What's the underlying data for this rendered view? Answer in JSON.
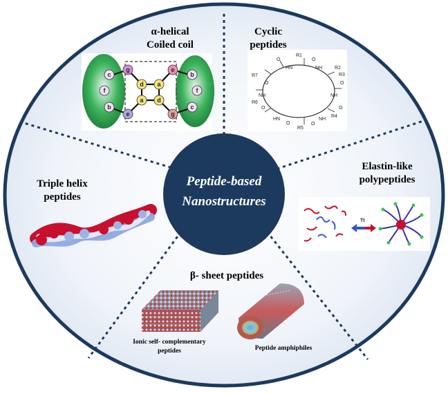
{
  "center": {
    "line1": "Peptide-based",
    "line2": "Nanostructures"
  },
  "segments": [
    {
      "id": "coiled-coil",
      "line1": "α-helical",
      "line2": "Coiled coil",
      "helix_letters": [
        "c",
        "g",
        "d",
        "a",
        "e",
        "b",
        "f",
        "b",
        "e",
        "a",
        "d",
        "g",
        "c",
        "f"
      ]
    },
    {
      "id": "cyclic",
      "line1": "Cyclic",
      "line2": "peptides",
      "chem_labels": [
        "R1",
        "O",
        "O",
        "HN",
        "NH",
        "R2",
        "R7",
        "O",
        "O",
        "NH",
        "NH",
        "R3",
        "O",
        "O",
        "HN",
        "NH",
        "R6",
        "R5",
        "O",
        "R4",
        "O"
      ]
    },
    {
      "id": "elastin",
      "line1": "Elastin-like",
      "line2": "polypeptides",
      "transition": "Tt"
    },
    {
      "id": "beta-sheet",
      "line1": "β- sheet peptides",
      "sub1_line1": "Ionic self- complementary",
      "sub1_line2": "peptides",
      "sub2": "Peptide amphiphiles"
    },
    {
      "id": "triple-helix",
      "line1": "Triple helix",
      "line2": "peptides"
    }
  ],
  "colors": {
    "background_disc": "#e8eef6",
    "border": "#1c3a5e",
    "center_fill": "#1c3a5e",
    "divider": "#1c3a5e",
    "coil_green": "#2ea44f",
    "helix_red": "#c8102e",
    "helix_blue": "#8fa8e0"
  }
}
